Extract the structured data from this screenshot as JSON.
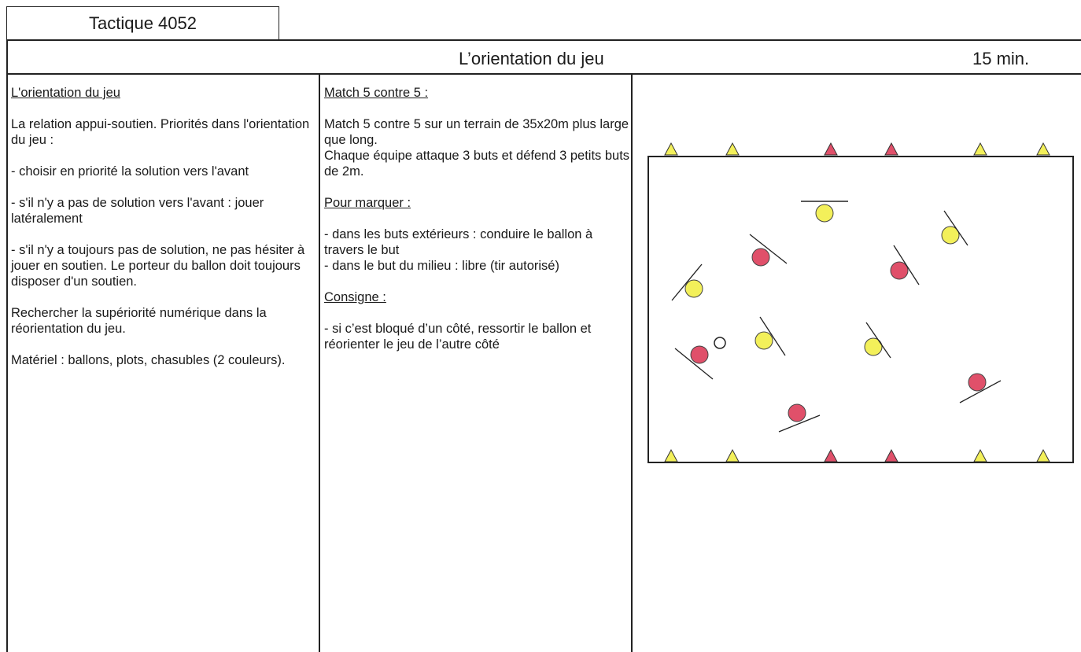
{
  "header": {
    "tag": "Tactique 4052",
    "title": "L’orientation du jeu",
    "duration": "15 min."
  },
  "left_column": {
    "heading": "L'orientation du jeu",
    "intro": "La relation appui-soutien. Priorités dans l'orientation du jeu :",
    "point1": "- choisir en priorité la solution vers l'avant",
    "point2": "- s'il n'y a pas de solution vers l'avant : jouer latéralement",
    "point3": "- s'il n'y a toujours pas de solution, ne pas hésiter à jouer en soutien. Le porteur du ballon doit toujours disposer d'un soutien.",
    "point4": "Rechercher la supériorité numérique dans la réorientation du jeu.",
    "materiel": "Matériel : ballons, plots, chasubles (2 couleurs)."
  },
  "middle_column": {
    "heading": "Match 5 contre 5 :",
    "desc_line1": "Match 5 contre 5 sur un terrain de 35x20m plus large que long.",
    "desc_line2": "Chaque équipe attaque 3 buts et défend 3 petits buts de 2m.",
    "score_heading": "Pour marquer :",
    "score_line1": "- dans les buts extérieurs : conduire le ballon à travers le but",
    "score_line2": "- dans le but du milieu : libre (tir autorisé)",
    "rule_heading": "Consigne :",
    "rule_line1": "- si c’est bloqué d’un côté, ressortir le ballon et réorienter le jeu de l’autre côté"
  },
  "diagram": {
    "colors": {
      "yellow": "#f3f05a",
      "red": "#e0506a",
      "line": "#222222"
    },
    "cones_top": [
      "yellow",
      "yellow",
      "red",
      "red",
      "yellow",
      "yellow"
    ],
    "cones_bottom": [
      "yellow",
      "yellow",
      "red",
      "red",
      "yellow",
      "yellow"
    ],
    "players": [
      {
        "team": "yellow"
      },
      {
        "team": "yellow"
      },
      {
        "team": "yellow"
      },
      {
        "team": "yellow"
      },
      {
        "team": "yellow"
      },
      {
        "team": "red"
      },
      {
        "team": "red"
      },
      {
        "team": "red"
      },
      {
        "team": "red"
      },
      {
        "team": "red"
      }
    ],
    "ball": "white"
  }
}
